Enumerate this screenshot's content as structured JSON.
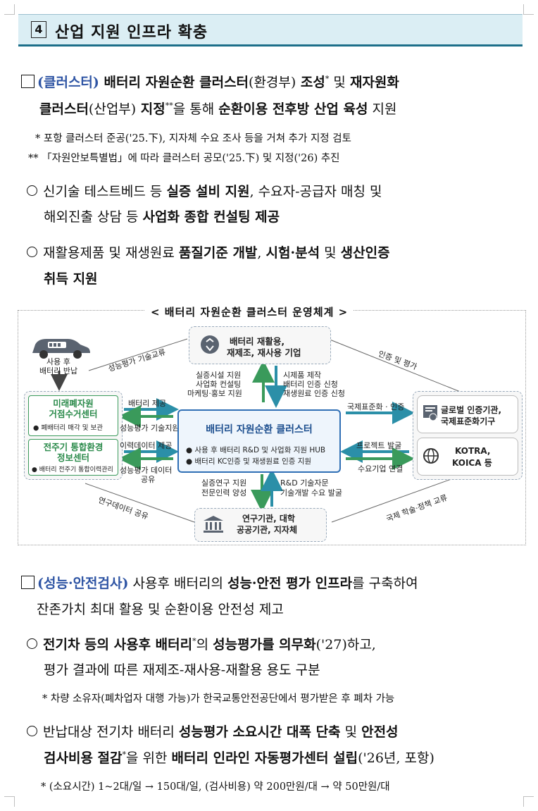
{
  "header": {
    "number": "4",
    "title": "산업 지원 인프라 확충"
  },
  "p1": {
    "line1": [
      {
        "t": "(클러스터)",
        "c": "blue"
      },
      {
        "t": " 배터리 자원순환 클러스터",
        "c": "b"
      },
      {
        "t": "(환경부)",
        "c": ""
      },
      {
        "t": " 조성",
        "c": "b"
      },
      {
        "t": "*",
        "c": "sup"
      },
      {
        "t": " 및 ",
        "c": ""
      },
      {
        "t": "재자원화",
        "c": "b"
      }
    ],
    "line2": [
      {
        "t": "클러스터",
        "c": "b"
      },
      {
        "t": "(산업부)",
        "c": ""
      },
      {
        "t": " 지정",
        "c": "b"
      },
      {
        "t": "**",
        "c": "sup"
      },
      {
        "t": "을 통해 ",
        "c": ""
      },
      {
        "t": "순환이용 전후방 산업 육성",
        "c": "b"
      },
      {
        "t": " 지원",
        "c": ""
      }
    ],
    "note1": "* 포항 클러스터 준공('25.下), 지자체 수요 조사 등을 거쳐 추가 지정 검토",
    "note2": "** 「자원안보특별법」에 따라 클러스터 공모('25.下) 및 지정('26) 추진"
  },
  "o1": {
    "line1": [
      {
        "t": "신기술 ",
        "c": ""
      },
      {
        "t": "테스트베드",
        "c": ""
      },
      {
        "t": " 등 ",
        "c": ""
      },
      {
        "t": "실증 설비 지원",
        "c": "b"
      },
      {
        "t": ", 수요자-공급자 매칭 및",
        "c": ""
      }
    ],
    "line2": [
      {
        "t": "해외진출 상담 등 ",
        "c": ""
      },
      {
        "t": "사업화 종합 컨설팅 제공",
        "c": "b"
      }
    ]
  },
  "o2": {
    "line1": [
      {
        "t": "재활용제품 및 재생원료 ",
        "c": ""
      },
      {
        "t": "품질기준 개발",
        "c": "b"
      },
      {
        "t": ", ",
        "c": ""
      },
      {
        "t": "시험·분석",
        "c": "b"
      },
      {
        "t": " 및 ",
        "c": ""
      },
      {
        "t": "생산인증",
        "c": "b"
      }
    ],
    "line2": [
      {
        "t": "취득 지원",
        "c": "b"
      }
    ]
  },
  "diagram": {
    "title": "< 배터리 자원순환 클러스터 운영체계 >",
    "car_label1": "사용 후",
    "car_label2": "배터리 반납",
    "top_box1": "배터리 재활용,",
    "top_box2": "재제조, 재사용 기업",
    "left_top_title1": "미래폐자원",
    "left_top_title2": "거점수거센터",
    "left_top_item": "폐배터리 매각 및 보관",
    "left_bot_title1": "전주기 통합환경",
    "left_bot_title2": "정보센터",
    "left_bot_item": "배터리 전주기 통합이력관리",
    "center_title": "배터리 자원순환 클러스터",
    "center_item1": "사용 후 배터리 R&D 및 사업화 지원 HUB",
    "center_item2": "배터리 KC인증 및 재생원료 인증 지원",
    "right_top1": "글로벌 인증기관,",
    "right_top2": "국제표준화기구",
    "right_bot1": "KOTRA,",
    "right_bot2": "KOICA 등",
    "bottom_box1": "연구기관, 대학",
    "bottom_box2": "공공기관, 지자체",
    "up_left1": "실증시설 지원",
    "up_left2": "사업화 컨설팅",
    "up_left3": "마케팅·홍보 지원",
    "up_right1": "시제품 제작",
    "up_right2": "배터리 인증 신청",
    "up_right3": "재생원료 인증 신청",
    "lt_arrow_top": "배터리 제공",
    "lt_arrow_bot": "성능평가 기술지원",
    "lb_arrow_top": "이력데이터 제공",
    "lb_arrow_bot1": "성능평가 데이터",
    "lb_arrow_bot2": "공유",
    "rt_arrow_top": "국제표준화 · 인증",
    "rb_arrow_top": "프로젝트 발굴",
    "rb_arrow_bot": "수요기업 연결",
    "down_left1": "실증연구 지원",
    "down_left2": "전문인력 양성",
    "down_right1": "R&D 기술자문",
    "down_right2": "기술개발 수요 발굴",
    "diag_tl": "성능평가 기술교류",
    "diag_tr": "인증 및 평가",
    "diag_bl": "연구데이터 공유",
    "diag_br": "국제 학술·정책 교류",
    "colors": {
      "green": "#3a9a5b",
      "blue": "#2f6fb5",
      "teal": "#2b8fa8"
    }
  },
  "p2": {
    "line1": [
      {
        "t": "(성능·안전검사)",
        "c": "blue"
      },
      {
        "t": " 사용후 배터리의 ",
        "c": ""
      },
      {
        "t": "성능·안전 평가 인프라",
        "c": "b"
      },
      {
        "t": "를 구축하여",
        "c": ""
      }
    ],
    "line2": [
      {
        "t": "잔존가치 최대 활용 및 순환이용 안전성 제고",
        "c": ""
      }
    ]
  },
  "o3": {
    "line1": [
      {
        "t": "전기차 등의 사용후 배터리",
        "c": "b"
      },
      {
        "t": "*",
        "c": "sup"
      },
      {
        "t": "의 ",
        "c": ""
      },
      {
        "t": "성능평가를 의무화",
        "c": "b"
      },
      {
        "t": "('27)하고,",
        "c": ""
      }
    ],
    "line2": [
      {
        "t": "평가 결과에 따른 재제조-재사용-재활용 용도 구분",
        "c": ""
      }
    ],
    "note": "* 차량 소유자(폐차업자 대행 가능)가 한국교통안전공단에서 평가받은 후 폐차 가능"
  },
  "o4": {
    "line1": [
      {
        "t": "반납대상 전기차 배터리 ",
        "c": ""
      },
      {
        "t": "성능평가 소요시간 대폭 단축",
        "c": "b"
      },
      {
        "t": " 및 ",
        "c": ""
      },
      {
        "t": "안전성",
        "c": "b"
      }
    ],
    "line2": [
      {
        "t": "검사비용 절감",
        "c": "b"
      },
      {
        "t": "*",
        "c": "sup"
      },
      {
        "t": "을 위한 ",
        "c": ""
      },
      {
        "t": "배터리 인라인 자동평가센터 설립",
        "c": "b"
      },
      {
        "t": "('26년, 포항)",
        "c": ""
      }
    ],
    "note": "* (소요시간) 1~2대/일 → 150대/일, (검사비용) 약 200만원/대 → 약 50만원/대"
  }
}
